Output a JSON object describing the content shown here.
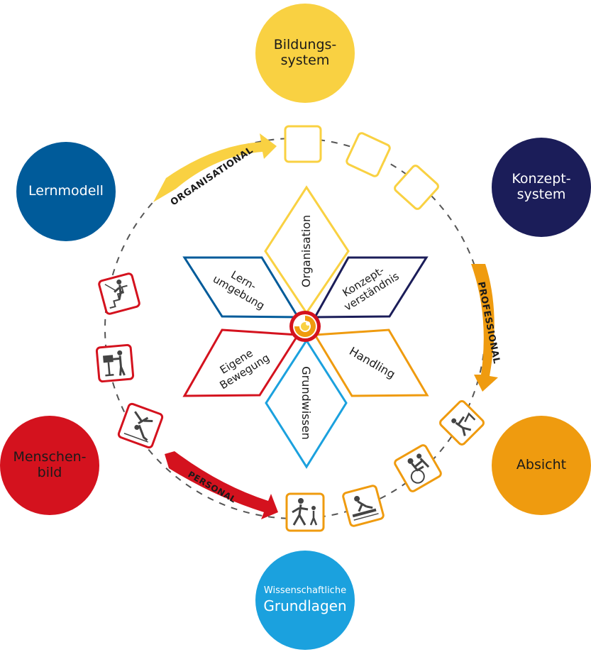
{
  "outer_circles": {
    "bildungssystem": {
      "line1": "Bildungs-",
      "line2": "system",
      "color": "#f9d142",
      "text_color": "#1a1a1a"
    },
    "konzeptsystem": {
      "line1": "Konzept-",
      "line2": "system",
      "color": "#1b1d59",
      "text_color": "#ffffff"
    },
    "absicht": {
      "line1": "Absicht",
      "color": "#ef9b0f",
      "text_color": "#1a1a1a"
    },
    "grundlagen": {
      "line1": "Wissenschaftliche",
      "line2": "Grundlagen",
      "color": "#1ba1de",
      "text_color": "#ffffff"
    },
    "menschenbild": {
      "line1": "Menschen-",
      "line2": "bild",
      "color": "#d4121e",
      "text_color": "#1a1a1a"
    },
    "lernmodell": {
      "line1": "Lernmodell",
      "color": "#005b9a",
      "text_color": "#ffffff"
    }
  },
  "arrows": {
    "organisational": {
      "label": "ORGANISATIONAL",
      "color": "#f9d142"
    },
    "professional": {
      "label": "PROFESSIONAL",
      "color": "#ef9b0f"
    },
    "personal": {
      "label": "PERSONAL",
      "color": "#d4121e"
    }
  },
  "star": {
    "organisation": {
      "label": "Organisation",
      "color": "#f9d142"
    },
    "konzept": {
      "line1": "Konzept-",
      "line2": "verständnis",
      "color": "#1b1d59"
    },
    "handling": {
      "label": "Handling",
      "color": "#ef9b0f"
    },
    "grundwissen": {
      "label": "Grundwissen",
      "color": "#1ba1de"
    },
    "eigene": {
      "line1": "Eigene",
      "line2": "Bewegung",
      "color": "#d4121e"
    },
    "lern": {
      "line1": "Lern-",
      "line2": "umgebung",
      "color": "#005b9a"
    }
  },
  "icons": {
    "empty_boxes": [
      "empty-box-icon",
      "empty-box-icon",
      "empty-box-icon"
    ],
    "stairs": "person-on-stairs-icon",
    "desk": "person-at-standing-desk-icon",
    "cartwheel": "cartwheel-icon",
    "teaching": "adult-guiding-child-icon",
    "lifting": "person-assisting-lying-person-icon",
    "wheelchair": "wheelchair-transfer-icon",
    "bed": "bed-transfer-icon"
  }
}
